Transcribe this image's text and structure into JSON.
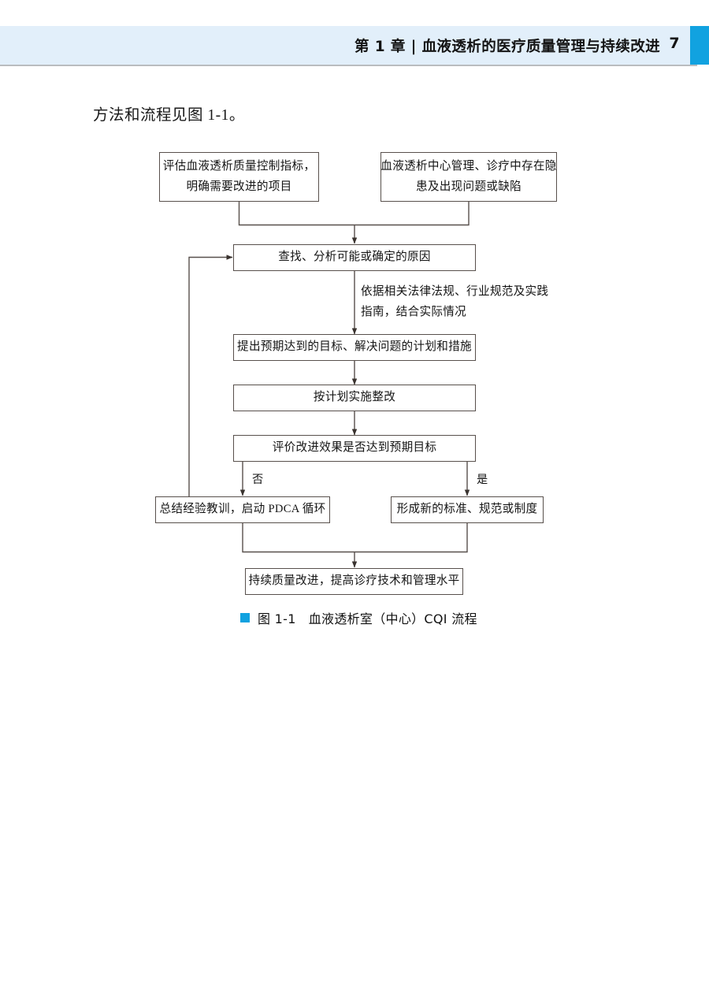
{
  "header": {
    "title": "第 1 章 | 血液透析的医疗质量管理与持续改进",
    "page_number": "7",
    "band_color": "#e2effa",
    "tab_color": "#11a2e0"
  },
  "intro": {
    "paragraph": "方法和流程见图 1-1。"
  },
  "figure": {
    "caption_number": "图 1-1",
    "caption_title": "血液透析室（中心）CQI 流程",
    "bullet_color": "#11a2e0"
  },
  "flowchart": {
    "nodes": {
      "assess_indicators": "评估血液透析质量控制指标，\n明确需要改进的项目",
      "assess_indicators_line1": "评估血液透析质量控制指标，",
      "assess_indicators_line2": "明确需要改进的项目",
      "center_problems_line1": "血液透析中心管理、诊疗中存在隐",
      "center_problems_line2": "患及出现问题或缺陷",
      "find_causes": "查找、分析可能或确定的原因",
      "propose_plan": "提出预期达到的目标、解决问题的计划和措施",
      "implement": "按计划实施整改",
      "evaluate": "评价改进效果是否达到预期目标",
      "lessons_pdca": "总结经验教训，启动 PDCA 循环",
      "new_standard": "形成新的标准、规范或制度",
      "continuous_improve": "持续质量改进，提高诊疗技术和管理水平"
    },
    "edge_notes": {
      "basis_line1": "依据相关法律法规、行业规范及实践",
      "basis_line2": "指南，结合实际情况"
    },
    "branch_labels": {
      "no": "否",
      "yes": "是"
    }
  }
}
